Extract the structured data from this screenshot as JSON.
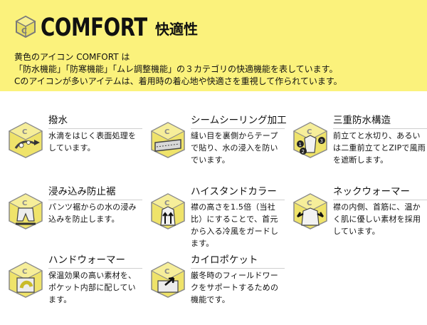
{
  "header": {
    "brand": "COMFORT",
    "title_ja": "快適性",
    "lines": [
      "黄色のアイコン COMFORT は",
      "「防水機能」「防寒機能」「ムレ調整機能」の３カテゴリの快適機能を表しています。",
      "Cのアイコンが多いアイテムは、着用時の着心地や快適さを重視して作られています。"
    ]
  },
  "features": [
    {
      "title": "撥水",
      "desc": "水滴をはじく表面処理をしています。",
      "icon": "water-repellent-icon"
    },
    {
      "title": "シームシーリング加工",
      "desc": "縫い目を裏側からテープで貼り、水の浸入を防いでいます。",
      "icon": "seam-sealing-icon"
    },
    {
      "title": "三重防水構造",
      "desc": "前立てと水切り、あるいは二重前立てとZIPで風雨を遮断します。",
      "icon": "triple-waterproof-icon"
    },
    {
      "title": "浸み込み防止裾",
      "desc": "パンツ裾からの水の浸み込みを防止します。",
      "icon": "hem-guard-icon"
    },
    {
      "title": "ハイスタンドカラー",
      "desc": "襟の高さを1.5倍（当社比）にすることで、首元から入る冷風をガードします。",
      "icon": "high-collar-icon"
    },
    {
      "title": "ネックウォーマー",
      "desc": "襟の内側、首筋に、温かく肌に優しい素材を採用しています。",
      "icon": "neck-warmer-icon"
    },
    {
      "title": "ハンドウォーマー",
      "desc": "保温効果の高い素材を、ポケット内部に配しています。",
      "icon": "hand-warmer-icon"
    },
    {
      "title": "カイロポケット",
      "desc": "厳冬時のフィールドワークをサポートするための機能です。",
      "icon": "heat-pack-pocket-icon"
    }
  ],
  "colors": {
    "banner": "#fbf27c",
    "badge_yellow": "#efe36a",
    "badge_grey": "#8a8a8a"
  }
}
